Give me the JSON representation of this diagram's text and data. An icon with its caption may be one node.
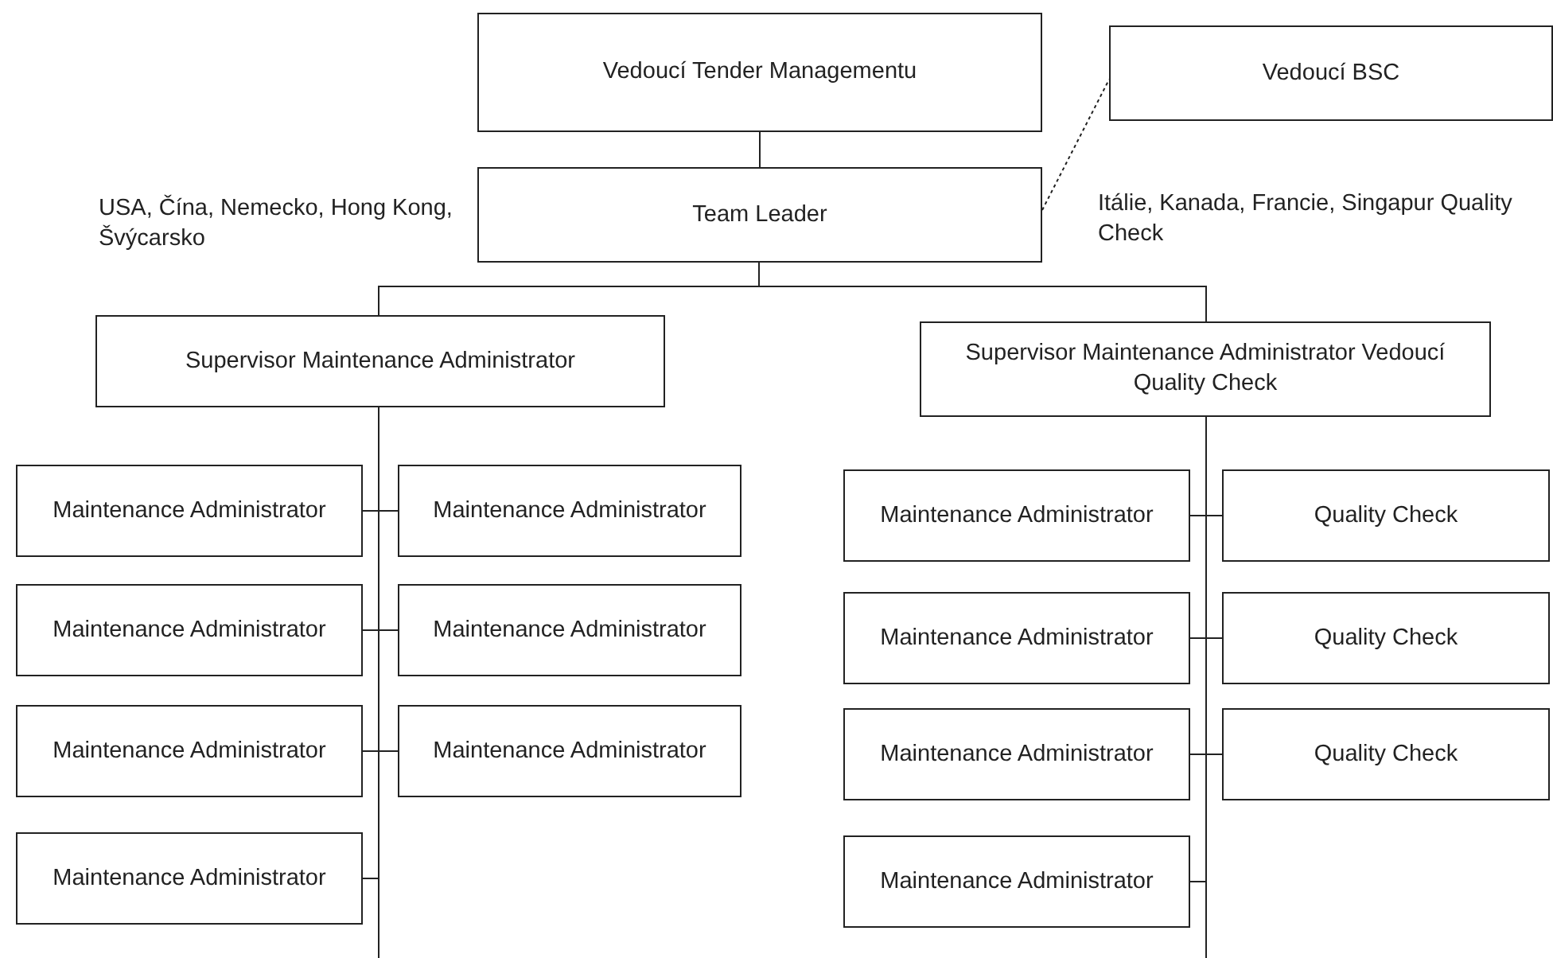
{
  "diagram": {
    "nodes": [
      {
        "text": [
          "Vedoucí Tender Managementu"
        ]
      },
      {
        "text": [
          "Vedoucí BSC"
        ]
      },
      {
        "text": [
          "Team Leader"
        ]
      },
      {
        "text": [
          "Supervisor Maintenance Administrator"
        ]
      },
      {
        "text": [
          "Supervisor Maintenance Administrator Vedoucí Quality Check"
        ]
      },
      {
        "text": [
          "Maintenance Administrator"
        ]
      },
      {
        "text": [
          "Maintenance Administrator"
        ]
      },
      {
        "text": [
          "Maintenance Administrator"
        ]
      },
      {
        "text": [
          "Maintenance Administrator"
        ]
      },
      {
        "text": [
          "Maintenance Administrator"
        ]
      },
      {
        "text": [
          "Maintenance Administrator"
        ]
      },
      {
        "text": [
          "Maintenance Administrator"
        ]
      },
      {
        "text": [
          "Maintenance Administrator"
        ]
      },
      {
        "text": [
          "Quality Check"
        ]
      },
      {
        "text": [
          "Maintenance Administrator"
        ]
      },
      {
        "text": [
          "Quality Check"
        ]
      },
      {
        "text": [
          "Maintenance Administrator"
        ]
      },
      {
        "text": [
          "Quality Check"
        ]
      },
      {
        "text": [
          "Maintenance Administrator"
        ]
      }
    ],
    "edges": [
      {
        "from": 0,
        "to": 2,
        "arrow": "none"
      },
      {
        "from": 2,
        "to": 1,
        "arrow": "none",
        "style": "dashed"
      },
      {
        "from": 2,
        "to": 3,
        "arrow": "none"
      },
      {
        "from": 2,
        "to": 4,
        "arrow": "none"
      },
      {
        "from": 3,
        "to": 5,
        "arrow": "none"
      },
      {
        "from": 3,
        "to": 6,
        "arrow": "none"
      },
      {
        "from": 3,
        "to": 7,
        "arrow": "none"
      },
      {
        "from": 3,
        "to": 8,
        "arrow": "none"
      },
      {
        "from": 3,
        "to": 9,
        "arrow": "none"
      },
      {
        "from": 3,
        "to": 10,
        "arrow": "none"
      },
      {
        "from": 3,
        "to": 11,
        "arrow": "none"
      },
      {
        "from": 4,
        "to": 12,
        "arrow": "none"
      },
      {
        "from": 4,
        "to": 13,
        "arrow": "none"
      },
      {
        "from": 4,
        "to": 14,
        "arrow": "none"
      },
      {
        "from": 4,
        "to": 15,
        "arrow": "none"
      },
      {
        "from": 4,
        "to": 16,
        "arrow": "none"
      },
      {
        "from": 4,
        "to": 17,
        "arrow": "none"
      },
      {
        "from": 4,
        "to": 18,
        "arrow": "none"
      }
    ],
    "labels": [
      "USA, Čína, Nemecko, Hong Kong, Švýcarsko",
      "Itálie, Kanada, Francie, Singapur Quality Check"
    ]
  }
}
